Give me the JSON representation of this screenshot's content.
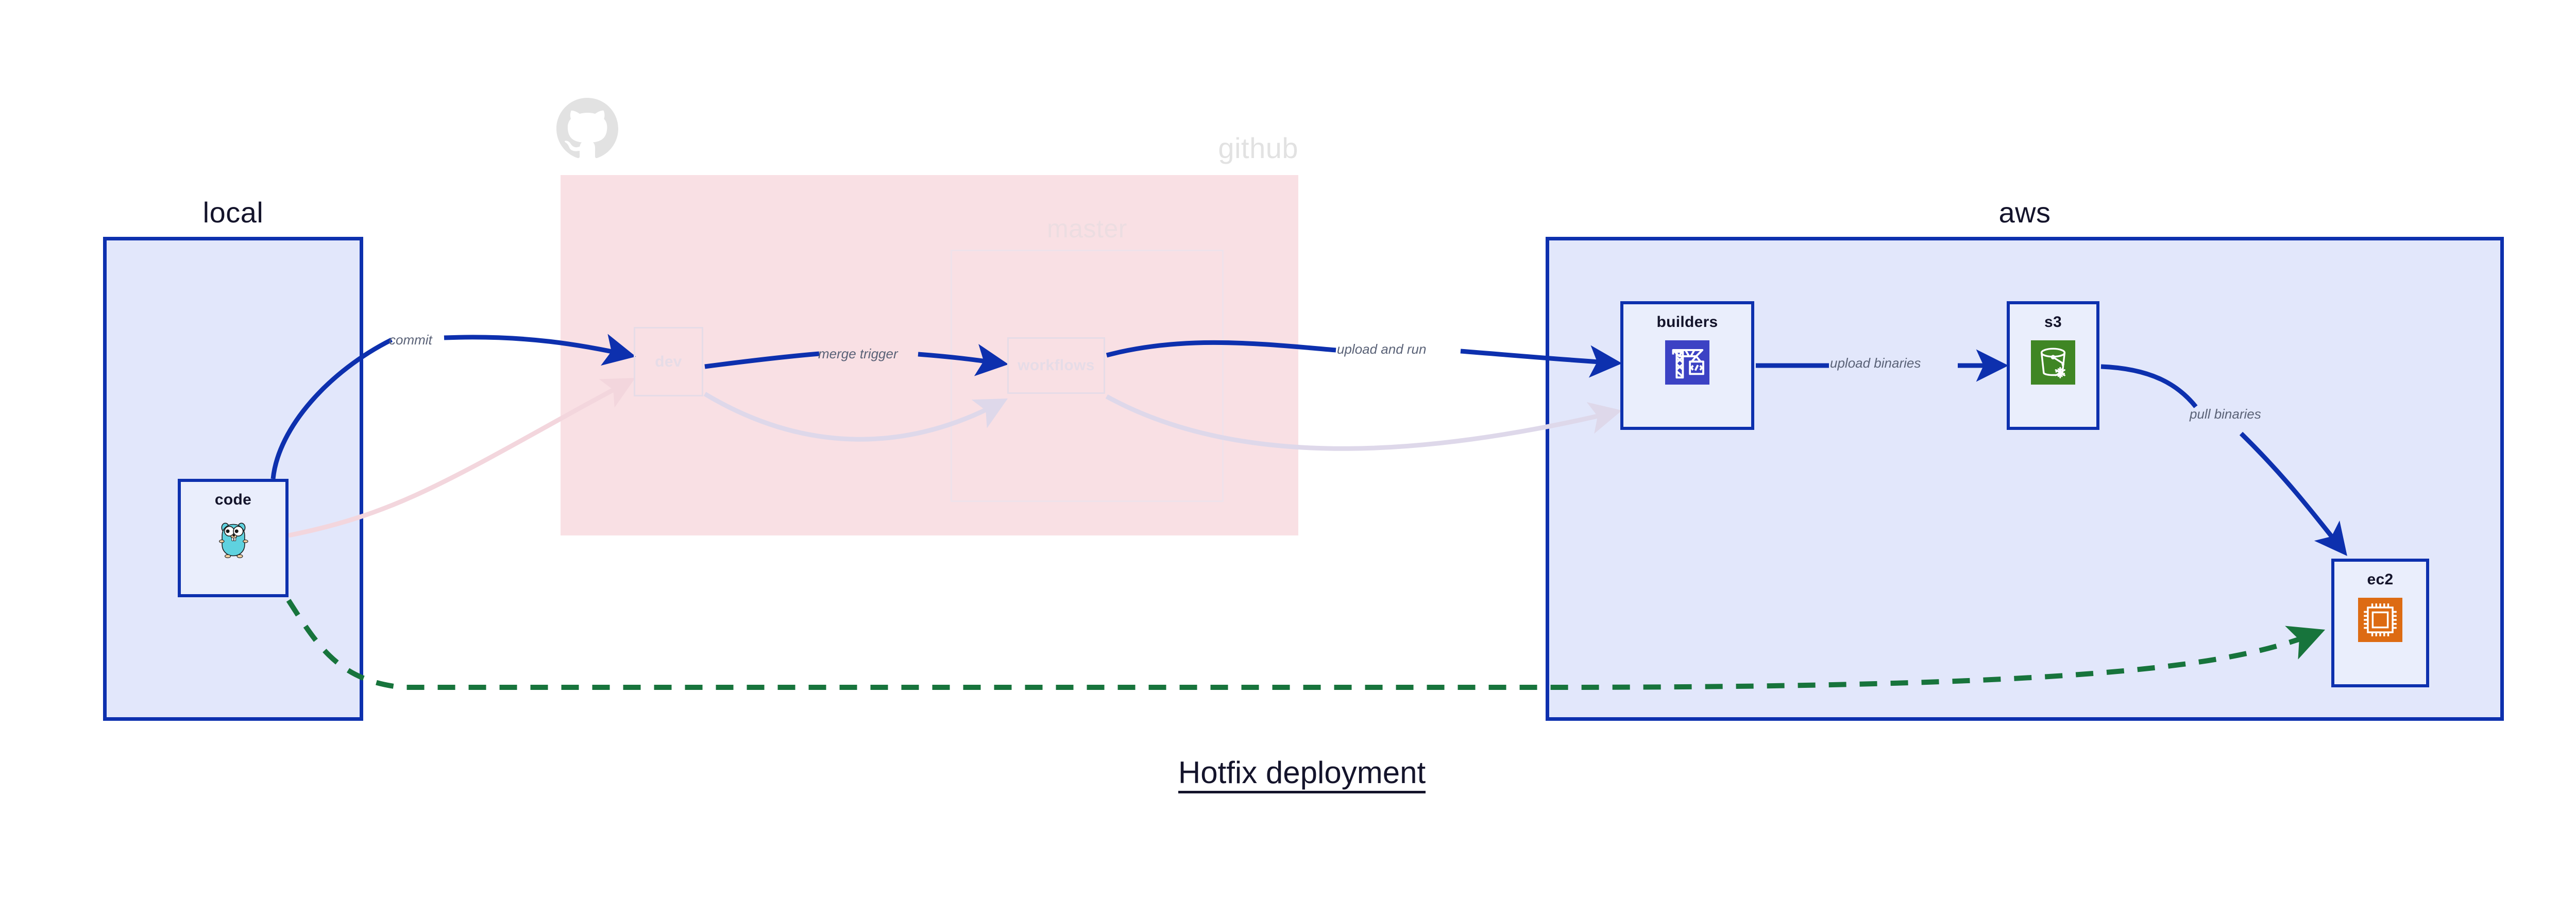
{
  "diagram": {
    "caption": "Hotfix deployment",
    "groups": [
      {
        "id": "local",
        "label": "local",
        "fill": "#e2e7fb",
        "stroke": "#0d30ae"
      },
      {
        "id": "github",
        "label": "github",
        "fill": "#f9e0e4",
        "stroke": "#f9e0e4"
      },
      {
        "id": "master",
        "label": "master",
        "fill": "transparent",
        "stroke": "#efe2ea"
      },
      {
        "id": "aws",
        "label": "aws",
        "fill": "#e2e7fb",
        "stroke": "#0d30ae"
      }
    ],
    "nodes": [
      {
        "id": "code",
        "label": "code",
        "icon": "go-gopher-icon",
        "group": "local",
        "faded": false
      },
      {
        "id": "dev",
        "label": "dev",
        "icon": null,
        "group": "github",
        "faded": true
      },
      {
        "id": "workflows",
        "label": "workflows",
        "icon": null,
        "group": "master",
        "faded": true
      },
      {
        "id": "builders",
        "label": "builders",
        "icon": "aws-codebuild-icon",
        "group": "aws",
        "faded": false
      },
      {
        "id": "s3",
        "label": "s3",
        "icon": "aws-s3-glacier-icon",
        "group": "aws",
        "faded": false
      },
      {
        "id": "ec2",
        "label": "ec2",
        "icon": "aws-ec2-chip-icon",
        "group": "aws",
        "faded": false
      }
    ],
    "edges": [
      {
        "id": "commit",
        "label": "commit",
        "from": "code",
        "to": "dev",
        "style": "solid",
        "color": "#0d30ae"
      },
      {
        "id": "merge",
        "label": "merge trigger",
        "from": "dev",
        "to": "workflows",
        "style": "solid",
        "color": "#0d30ae"
      },
      {
        "id": "uploadrun",
        "label": "upload and run",
        "from": "workflows",
        "to": "builders",
        "style": "solid",
        "color": "#0d30ae"
      },
      {
        "id": "uploadbin",
        "label": "upload binaries",
        "from": "builders",
        "to": "s3",
        "style": "solid",
        "color": "#0d30ae"
      },
      {
        "id": "pullbin",
        "label": "pull binaries",
        "from": "s3",
        "to": "ec2",
        "style": "solid",
        "color": "#0d30ae"
      },
      {
        "id": "hotfix",
        "label": "",
        "from": "code",
        "to": "ec2",
        "style": "dashed",
        "color": "#17743c"
      },
      {
        "id": "faded-a",
        "label": "",
        "from": "code",
        "to": "dev",
        "style": "solid",
        "color": "#f6e2e6"
      },
      {
        "id": "faded-b",
        "label": "",
        "from": "dev",
        "to": "workflows",
        "style": "solid",
        "color": "#e3dcec"
      },
      {
        "id": "faded-c",
        "label": "",
        "from": "workflows",
        "to": "builders",
        "style": "solid",
        "color": "#e3dcec"
      }
    ],
    "colors": {
      "container_fill": "#e2e7fb",
      "container_stroke": "#0d30ae",
      "github_fill": "#f9e0e4",
      "arrow": "#0d30ae",
      "dashed_arrow": "#17743c",
      "label_text": "#5a6277",
      "title_text": "#14142b",
      "codebuild_bg": "#3c42c4",
      "glacier_bg": "#3f8624",
      "ec2_bg": "#dd6b13",
      "gopher_body": "#5fd2df",
      "octocat": "#e2e2e2"
    },
    "icons": {
      "go_gopher": "go-gopher-icon",
      "codebuild": "aws-codebuild-icon",
      "glacier": "aws-s3-glacier-icon",
      "ec2_chip": "aws-ec2-chip-icon",
      "octocat": "github-octocat-icon"
    }
  }
}
